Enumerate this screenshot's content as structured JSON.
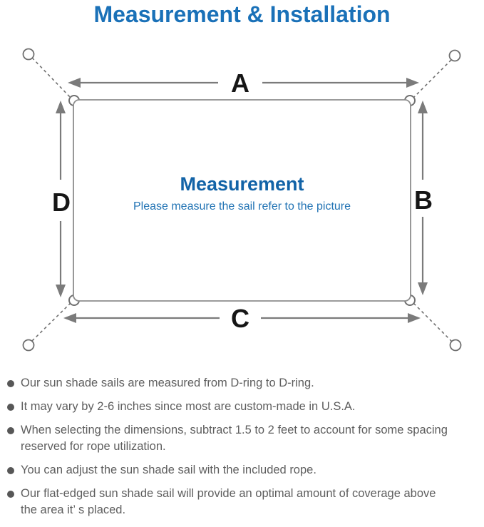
{
  "title": "Measurement & Installation",
  "diagram": {
    "labels": {
      "top": "A",
      "right": "B",
      "bottom": "C",
      "left": "D"
    },
    "center_title": "Measurement",
    "center_subtitle": "Please measure the sail refer to the picture"
  },
  "notes": {
    "items": [
      {
        "lines": [
          "Our sun shade sails are measured from D-ring to D-ring."
        ]
      },
      {
        "lines": [
          "It may vary by 2-6 inches since most are custom-made in U.S.A."
        ]
      },
      {
        "lines": [
          "When selecting the dimensions, subtract 1.5 to 2 feet to account for some spacing",
          "reserved for rope utilization."
        ]
      },
      {
        "lines": [
          "You can adjust the sun shade sail with the included rope."
        ]
      },
      {
        "lines": [
          "Our flat-edged sun shade sail will provide an optimal amount of coverage above",
          "the area it’ s placed."
        ]
      }
    ]
  },
  "colors": {
    "title_blue": "#1a71b8",
    "center_title_blue": "#1263a7",
    "center_subtitle_blue": "#2173b4",
    "note_text_gray": "#5e5e5e",
    "line_gray": "#7b7b7b",
    "shape_stroke_gray": "#707070",
    "label_black": "#161616"
  }
}
